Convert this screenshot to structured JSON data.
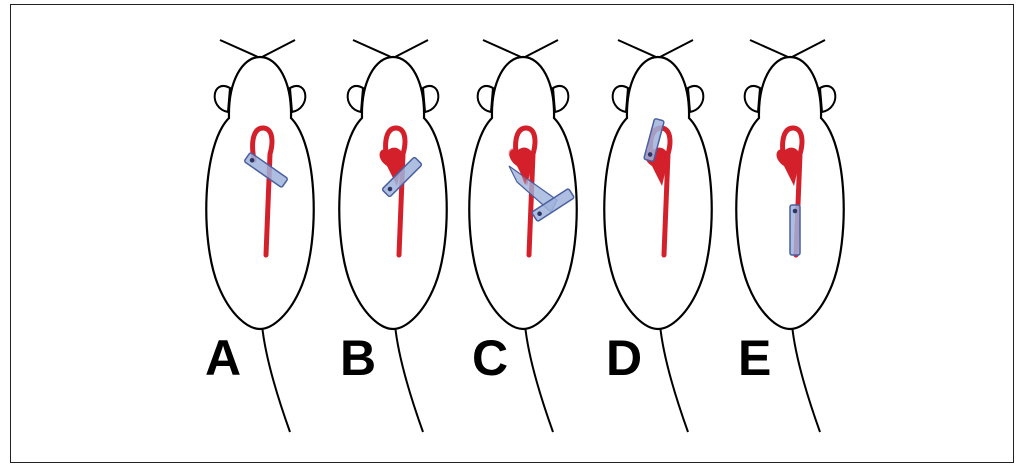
{
  "panels": [
    {
      "label": "A",
      "probe": "heart-crossing"
    },
    {
      "label": "B",
      "probe": "heart-diagonal"
    },
    {
      "label": "C",
      "probe": "heart-extended"
    },
    {
      "label": "D",
      "probe": "aortic-arch"
    },
    {
      "label": "E",
      "probe": "descending-aorta"
    }
  ],
  "colors": {
    "vessel": "#d4202a",
    "probe_fill": "#9fb3dc",
    "probe_stroke": "#4a5fa0",
    "outline": "#000000"
  }
}
